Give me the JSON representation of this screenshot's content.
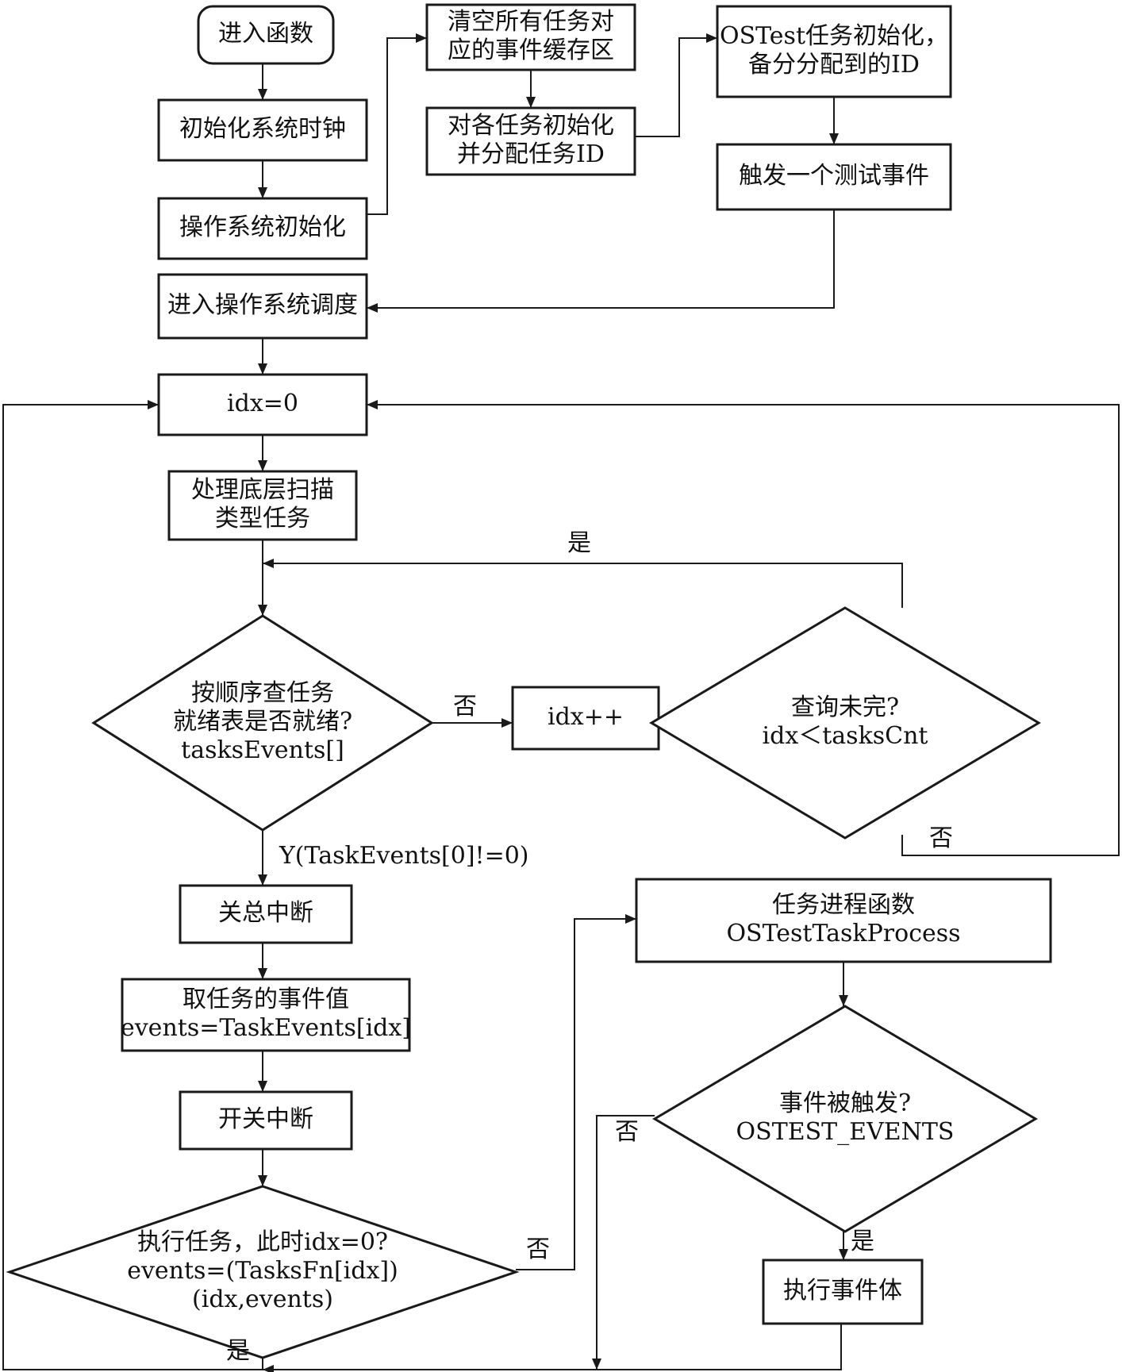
{
  "diagram": {
    "nodes": [
      {
        "id": "enter_func",
        "shape": "terminal",
        "lines": [
          "进入函数"
        ]
      },
      {
        "id": "init_clock",
        "shape": "rect",
        "lines": [
          "初始化系统时钟"
        ]
      },
      {
        "id": "os_init",
        "shape": "rect",
        "lines": [
          "操作系统初始化"
        ]
      },
      {
        "id": "clear_buffers",
        "shape": "rect",
        "lines": [
          "清空所有任务对",
          "应的事件缓存区"
        ]
      },
      {
        "id": "init_tasks",
        "shape": "rect",
        "lines": [
          "对各任务初始化",
          "并分配任务ID"
        ]
      },
      {
        "id": "ostest_init",
        "shape": "rect",
        "lines": [
          "OSTest任务初始化，",
          "备分分配到的ID"
        ]
      },
      {
        "id": "trigger_event",
        "shape": "rect",
        "lines": [
          "触发一个测试事件"
        ]
      },
      {
        "id": "enter_sched",
        "shape": "rect",
        "lines": [
          "进入操作系统调度"
        ]
      },
      {
        "id": "idx_zero",
        "shape": "rect",
        "lines": [
          "idx=0"
        ]
      },
      {
        "id": "scan_tasks",
        "shape": "rect",
        "lines": [
          "处理底层扫描",
          "类型任务"
        ]
      },
      {
        "id": "check_ready",
        "shape": "diamond",
        "lines": [
          "按顺序查任务",
          "就绪表是否就绪?",
          "tasksEvents[]"
        ]
      },
      {
        "id": "idx_inc",
        "shape": "rect",
        "lines": [
          "idx++"
        ]
      },
      {
        "id": "query_done",
        "shape": "diamond",
        "lines": [
          "查询未完?",
          "idx＜tasksCnt"
        ]
      },
      {
        "id": "disable_int",
        "shape": "rect",
        "lines": [
          "关总中断"
        ]
      },
      {
        "id": "get_events",
        "shape": "rect",
        "lines": [
          "取任务的事件值",
          "events=TaskEvents[idx]"
        ]
      },
      {
        "id": "enable_int",
        "shape": "rect",
        "lines": [
          "开关中断"
        ]
      },
      {
        "id": "exec_task",
        "shape": "diamond",
        "lines": [
          "执行任务，此时idx=0?",
          "events=(TasksFn[idx])",
          "(idx,events)"
        ]
      },
      {
        "id": "task_process",
        "shape": "rect",
        "lines": [
          "任务进程函数",
          "OSTestTaskProcess"
        ]
      },
      {
        "id": "event_triggered",
        "shape": "diamond",
        "lines": [
          "事件被触发?",
          "OSTEST_EVENTS"
        ]
      },
      {
        "id": "exec_body",
        "shape": "rect",
        "lines": [
          "执行事件体"
        ]
      }
    ],
    "edge_labels": {
      "yes_loop": "是",
      "no_ready": "否",
      "no_query": "否",
      "y_condition": "Y(TaskEvents[0]!=0)",
      "no_exec": "否",
      "yes_exec": "是",
      "no_event": "否",
      "yes_event": "是"
    }
  }
}
